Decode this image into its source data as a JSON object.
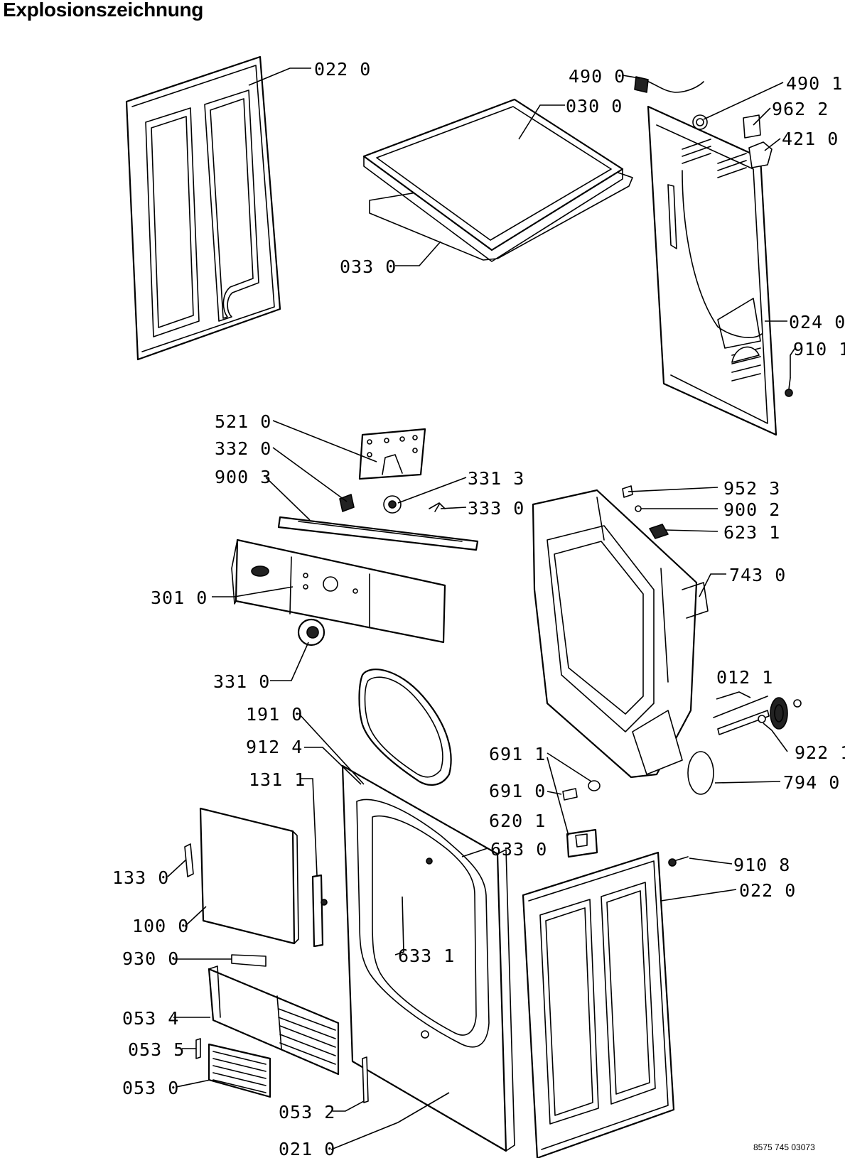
{
  "title": "Explosionszeichnung",
  "document_number": "8575 745 03073",
  "part_labels": [
    "022 0",
    "490 0",
    "490 1",
    "030 0",
    "962 2",
    "421 0",
    "033 0",
    "024 0",
    "910 1",
    "521 0",
    "332 0",
    "331 3",
    "900 3",
    "333 0",
    "952 3",
    "900 2",
    "623 1",
    "743 0",
    "301 0",
    "012 1",
    "331 0",
    "191 0",
    "922 1",
    "912 4",
    "691 1",
    "794 0",
    "131 1",
    "691 0",
    "620 1",
    "633 0",
    "910 8",
    "133 0",
    "022 0",
    "100 0",
    "633 1",
    "930 0",
    "053 4",
    "053 5",
    "053 0",
    "053 2",
    "021 0"
  ]
}
